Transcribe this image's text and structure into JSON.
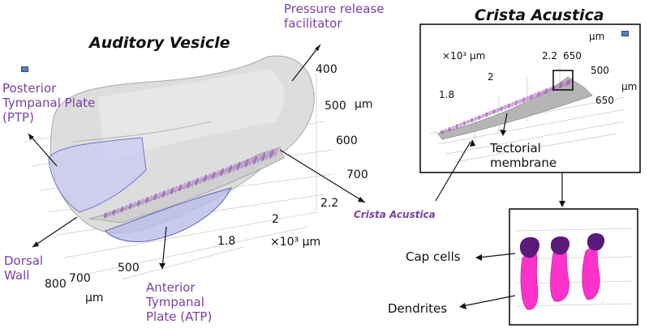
{
  "main": {
    "title": "Auditory Vesicle",
    "labels": {
      "pressure": "Pressure release facilitator",
      "ptp": "Posterior Tympanal Plate (PTP)",
      "dorsal": "Dorsal Wall",
      "atp": "Anterior Tympanal Plate (ATP)",
      "crista": "Crista Acustica"
    },
    "y_ticks": [
      "400",
      "500",
      "600",
      "700"
    ],
    "y_unit": "μm",
    "x_ticks": [
      "2.2",
      "2",
      "1.8"
    ],
    "x_unit": "×10³ μm",
    "z_ticks": [
      "500",
      "700",
      "800"
    ],
    "z_unit": "μm"
  },
  "crista_panel": {
    "title": "Crista Acustica",
    "unit_top": "μm",
    "x_unit": "×10³ μm",
    "x_ticks": [
      "2.2",
      "2",
      "1.8"
    ],
    "y_ticks": [
      "650",
      "500",
      "650"
    ],
    "y_unit": "μm",
    "tectorial": "Tectorial membrane"
  },
  "detail": {
    "cap_cells": "Cap cells",
    "dendrites": "Dendrites"
  },
  "colors": {
    "accent_purple": "#7a3ea8",
    "cell_magenta": "#ff33cc",
    "cap_dark": "#5a1a7a"
  }
}
